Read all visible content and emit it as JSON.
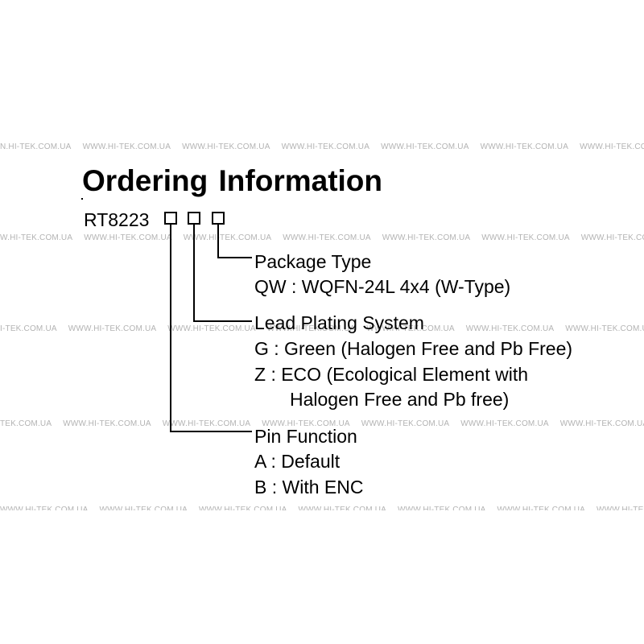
{
  "watermark": {
    "text": "WWW.HI-TEK.COM.UA",
    "rows": [
      {
        "first": "N.HI-TEK.COM.UA"
      },
      {
        "first": "W.HI-TEK.COM.UA"
      },
      {
        "first": "I-TEK.COM.UA"
      },
      {
        "first": "TEK.COM.UA"
      },
      {
        "first": "WWW.HI-TEK.COM.UA"
      }
    ]
  },
  "title": "Ordering Information",
  "part_number": "RT8223",
  "options": {
    "package": {
      "heading": "Package Type",
      "items": [
        "QW : WQFN-24L 4x4 (W-Type)"
      ]
    },
    "plating": {
      "heading": "Lead Plating System",
      "items": [
        "G : Green (Halogen Free and Pb Free)",
        "Z : ECO (Ecological Element with",
        "Halogen Free and Pb free)"
      ]
    },
    "pin": {
      "heading": "Pin Function",
      "items": [
        "A : Default",
        "B : With ENC"
      ]
    }
  },
  "colors": {
    "text": "#000000",
    "watermark": "#b3b3b3",
    "background": "#ffffff"
  }
}
